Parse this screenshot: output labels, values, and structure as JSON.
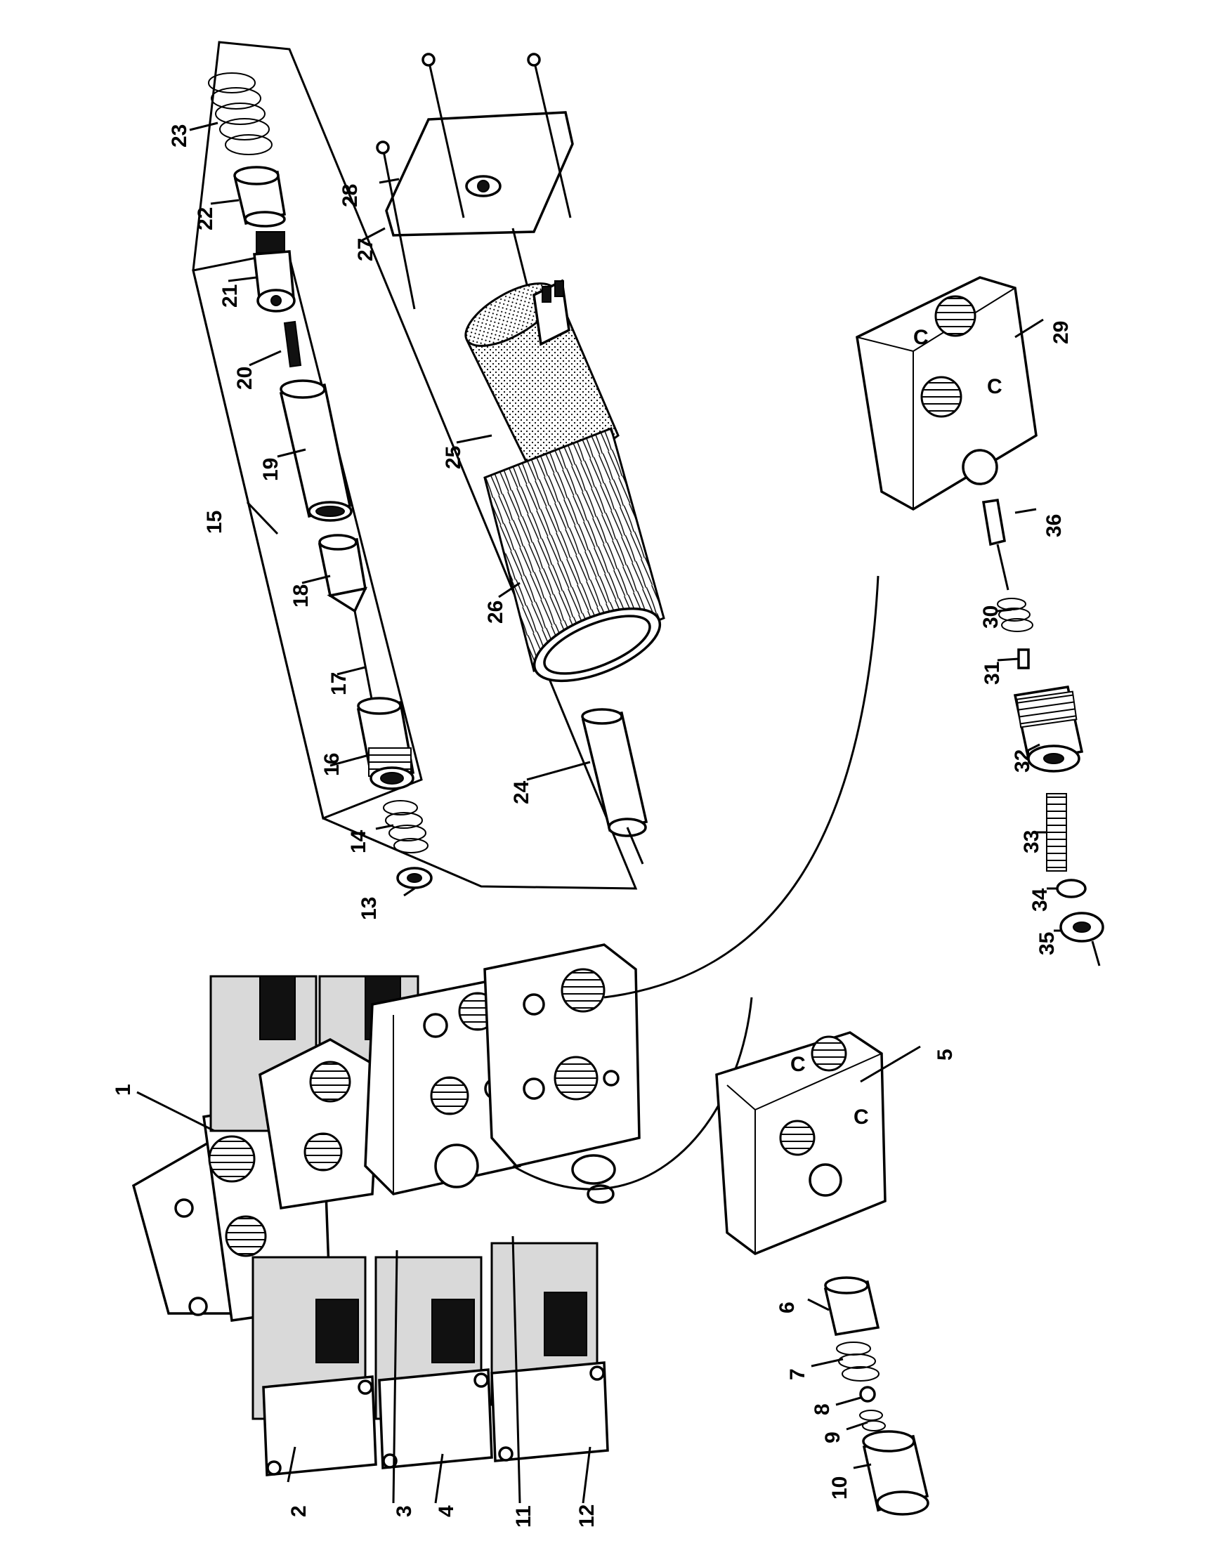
{
  "labels": {
    "l1": "1",
    "l2": "2",
    "l3": "3",
    "l4": "4",
    "l5": "5",
    "l6": "6",
    "l7": "7",
    "l8": "8",
    "l9": "9",
    "l10": "10",
    "l11": "11",
    "l12": "12",
    "l13": "13",
    "l14": "14",
    "l15": "15",
    "l16": "16",
    "l17": "17",
    "l18": "18",
    "l19": "19",
    "l20": "20",
    "l21": "21",
    "l22": "22",
    "l23": "23",
    "l24": "24",
    "l25": "25",
    "l26": "26",
    "l27": "27",
    "l28": "28",
    "l29": "29",
    "l30": "30",
    "l31": "31",
    "l32": "32",
    "l33": "33",
    "l34": "34",
    "l35": "35",
    "l36": "36"
  },
  "port_marks": {
    "c1": "C",
    "c2": "C",
    "c3": "C",
    "c4": "C"
  }
}
